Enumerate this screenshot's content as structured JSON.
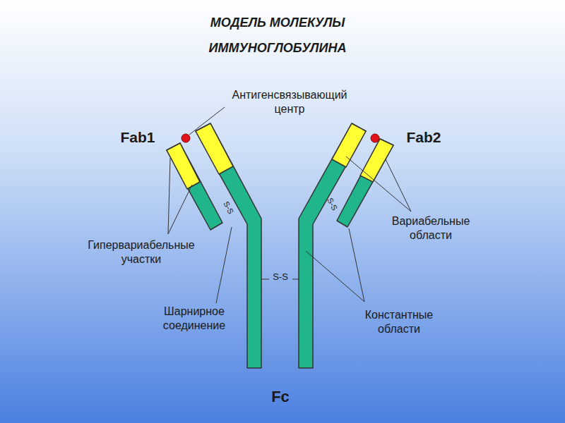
{
  "diagram": {
    "title": "МОДЕЛЬ МОЛЕКУЛЫ ИММУНОГЛОБУЛИНА",
    "labels": [
      "Антигенсвязывающий центр",
      "Fab1",
      "Fab2",
      "S-S",
      "S-S",
      "Гипервариабельные участки",
      "Вариабельные области",
      "S-S",
      "Шарнирное соединение",
      "Константные области",
      "Fc"
    ]
  }
}
